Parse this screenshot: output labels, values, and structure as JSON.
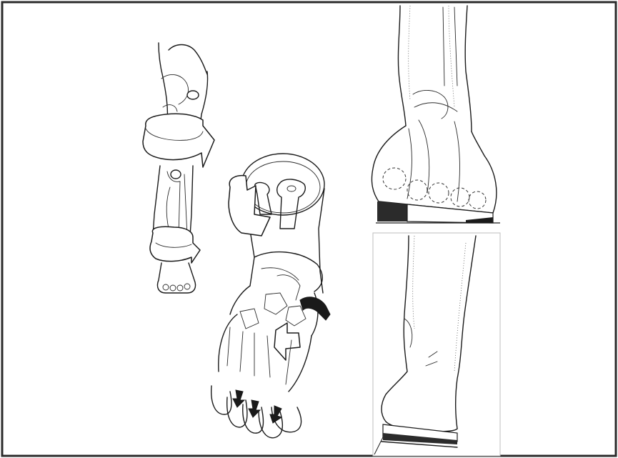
{
  "figure": {
    "border_color": "#2b2b2b",
    "line_color": "#1a1a1a",
    "background": "#ffffff",
    "panels": [
      {
        "name": "leg-rotation-illustration"
      },
      {
        "name": "foot-bones-rotation-illustration"
      },
      {
        "name": "posterior-heel-view"
      },
      {
        "name": "lateral-heel-view"
      }
    ]
  }
}
